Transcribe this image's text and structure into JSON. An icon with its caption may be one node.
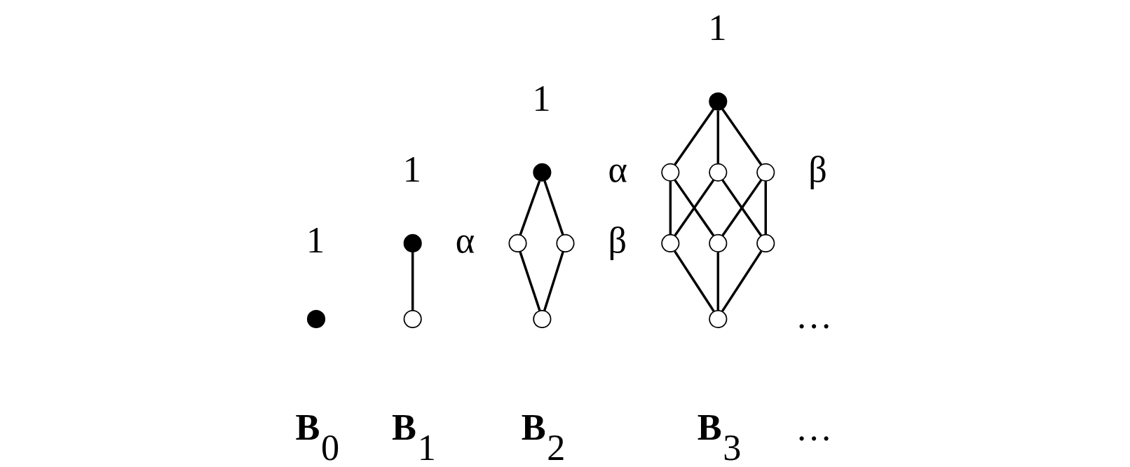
{
  "diagram": {
    "nodes": [
      {
        "text": [],
        "shape": "dot",
        "beside": [
          "1"
        ]
      },
      {
        "text": [],
        "shape": "dot",
        "beside": [
          "1"
        ]
      },
      {
        "text": [],
        "shape": "circle"
      },
      {
        "text": [],
        "shape": "dot",
        "beside": [
          "1"
        ]
      },
      {
        "text": [],
        "shape": "circle",
        "beside": [
          "α"
        ]
      },
      {
        "text": [],
        "shape": "circle",
        "beside": [
          "β"
        ]
      },
      {
        "text": [],
        "shape": "circle"
      },
      {
        "text": [],
        "shape": "dot",
        "beside": [
          "1"
        ]
      },
      {
        "text": [],
        "shape": "circle",
        "beside": [
          "α"
        ]
      },
      {
        "text": [],
        "shape": "circle"
      },
      {
        "text": [],
        "shape": "circle",
        "beside": [
          "β"
        ]
      },
      {
        "text": [],
        "shape": "circle"
      },
      {
        "text": [],
        "shape": "circle"
      },
      {
        "text": [],
        "shape": "circle"
      },
      {
        "text": [],
        "shape": "circle"
      }
    ],
    "edges": [
      {
        "from": 1,
        "to": 2,
        "arrow": "none"
      },
      {
        "from": 3,
        "to": 4,
        "arrow": "none"
      },
      {
        "from": 3,
        "to": 5,
        "arrow": "none"
      },
      {
        "from": 4,
        "to": 6,
        "arrow": "none"
      },
      {
        "from": 5,
        "to": 6,
        "arrow": "none"
      },
      {
        "from": 7,
        "to": 8,
        "arrow": "none"
      },
      {
        "from": 7,
        "to": 9,
        "arrow": "none"
      },
      {
        "from": 7,
        "to": 10,
        "arrow": "none"
      },
      {
        "from": 8,
        "to": 11,
        "arrow": "none"
      },
      {
        "from": 8,
        "to": 12,
        "arrow": "none"
      },
      {
        "from": 9,
        "to": 11,
        "arrow": "none"
      },
      {
        "from": 9,
        "to": 13,
        "arrow": "none"
      },
      {
        "from": 10,
        "to": 12,
        "arrow": "none"
      },
      {
        "from": 10,
        "to": 13,
        "arrow": "none"
      },
      {
        "from": 11,
        "to": 14,
        "arrow": "none"
      },
      {
        "from": 12,
        "to": 14,
        "arrow": "none"
      },
      {
        "from": 13,
        "to": 14,
        "arrow": "none"
      }
    ],
    "labels": [
      "…",
      "**B**$_{0}$",
      "**B**$_{1}$",
      "**B**$_{2}$",
      "**B**$_{3}$",
      "…"
    ]
  }
}
